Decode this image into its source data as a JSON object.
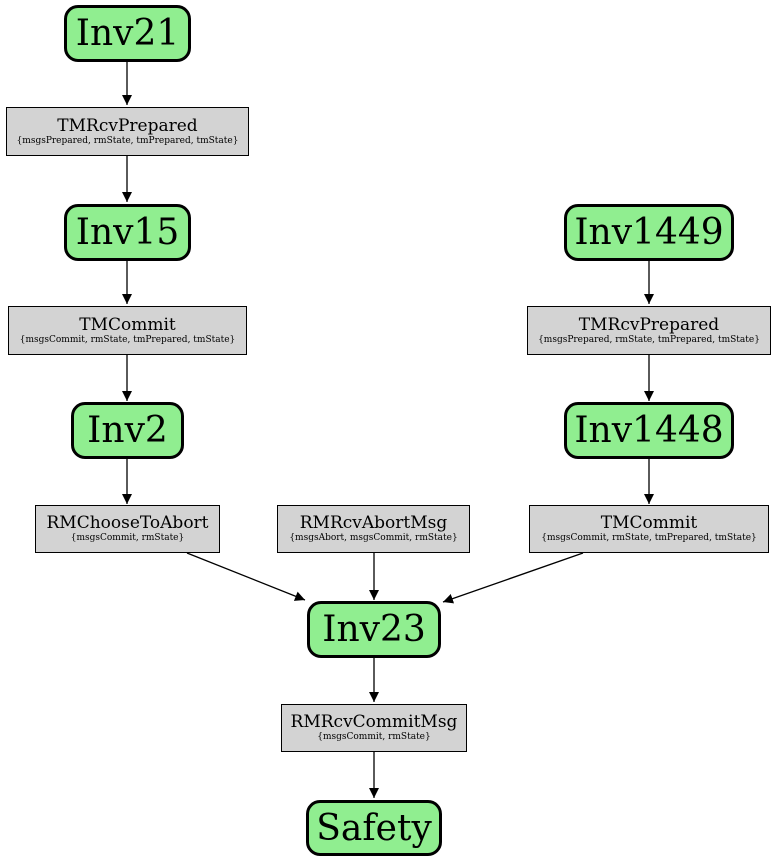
{
  "invariants": {
    "inv21": "Inv21",
    "inv15": "Inv15",
    "inv2": "Inv2",
    "inv1449": "Inv1449",
    "inv1448": "Inv1448",
    "inv23": "Inv23",
    "safety": "Safety"
  },
  "actions": {
    "tmrcvprepared_left": {
      "name": "TMRcvPrepared",
      "vars": "{msgsPrepared, rmState, tmPrepared, tmState}"
    },
    "tmcommit_left": {
      "name": "TMCommit",
      "vars": "{msgsCommit, rmState, tmPrepared, tmState}"
    },
    "tmrcvprepared_right": {
      "name": "TMRcvPrepared",
      "vars": "{msgsPrepared, rmState, tmPrepared, tmState}"
    },
    "rmchoosetoabort": {
      "name": "RMChooseToAbort",
      "vars": "{msgsCommit, rmState}"
    },
    "rmrcvabortmsg": {
      "name": "RMRcvAbortMsg",
      "vars": "{msgsAbort, msgsCommit, rmState}"
    },
    "tmcommit_right": {
      "name": "TMCommit",
      "vars": "{msgsCommit, rmState, tmPrepared, tmState}"
    },
    "rmrcvcommitmsg": {
      "name": "RMRcvCommitMsg",
      "vars": "{msgsCommit, rmState}"
    }
  },
  "colors": {
    "invariant_fill": "#90ee90",
    "action_fill": "#d3d3d3",
    "edge": "#000000"
  }
}
